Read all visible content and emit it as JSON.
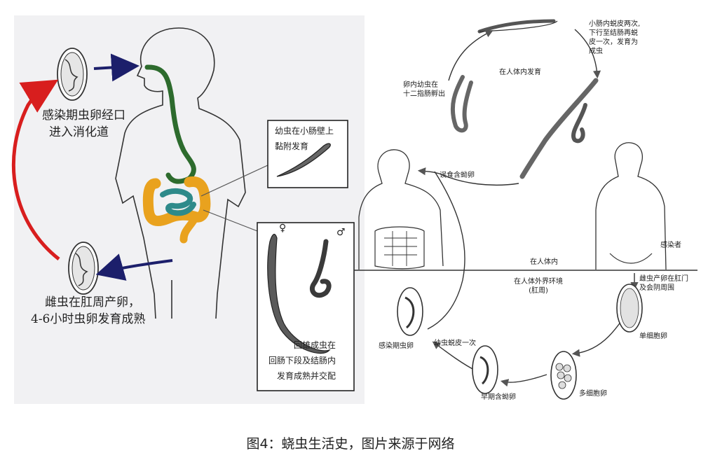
{
  "figure": {
    "caption": "图4：蛲虫生活史，图片来源于网络",
    "left_panel": {
      "egg_ingestion_label": [
        "感染期虫卵经口",
        "进入消化道"
      ],
      "egg_laying_label": [
        "雌虫在肛周产卵，",
        "4-6小时虫卵发育成熟"
      ],
      "box_larva_label": [
        "幼虫在小肠壁上",
        "黏附发育"
      ],
      "box_adult_label": [
        "回雄成虫在",
        "回肠下段及结肠内",
        "发育成熟并交配"
      ],
      "female_symbol": "♀",
      "male_symbol": "♂"
    },
    "right_panel": {
      "hatch_label": [
        "卵内幼虫在",
        "十二指肠孵出"
      ],
      "molt_label": [
        "小肠内蜕皮两次,",
        "下行至结肠再蜕",
        "皮一次，发育为",
        "成虫"
      ],
      "in_body_dev_label": "在人体内发育",
      "swallow_label": "误食含蚴卵",
      "infected_label": "感染者",
      "in_body_label": "在人体内",
      "env_label": [
        "在人体外界环境",
        "(肛周)"
      ],
      "lay_label": [
        "雌虫产卵在肛门",
        "及会阴周围"
      ],
      "single_cell_label": "单细胞卵",
      "multi_cell_label": "多细胞卵",
      "early_larva_label": "早期含蚴卵",
      "molt_once_label": "幼虫蜕皮一次",
      "infective_egg_label": "感染期虫卵"
    }
  }
}
